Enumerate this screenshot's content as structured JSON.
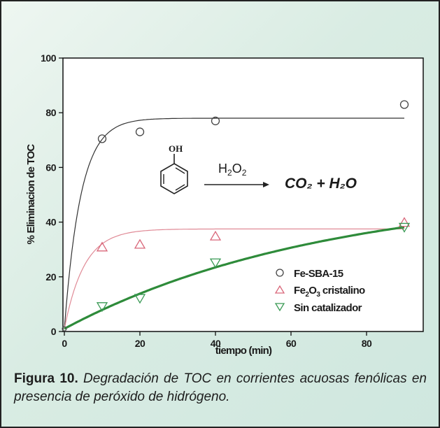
{
  "chart_data": {
    "type": "scatter",
    "xlabel": "tiempo (min)",
    "ylabel": "% Eliminacion de TOC",
    "xlim": [
      0,
      95
    ],
    "ylim": [
      0,
      100
    ],
    "xticks": [
      0,
      20,
      40,
      60,
      80
    ],
    "yticks": [
      0,
      20,
      40,
      60,
      80,
      100
    ],
    "grid": false,
    "legend_position": "bottom-right",
    "series": [
      {
        "name": "Fe-SBA-15",
        "marker": "circle",
        "color": "#444444",
        "x": [
          10,
          20,
          40,
          90
        ],
        "y": [
          70.5,
          73,
          77,
          83
        ],
        "fit_curve": {
          "color": "#333333",
          "plateau": 78,
          "rate": 0.23
        }
      },
      {
        "name": "Fe2O3 cristalino",
        "name_main": "Fe",
        "name_sub1": "2",
        "name_mid": "O",
        "name_sub2": "3",
        "name_rest": " cristalino",
        "marker": "triangle-up",
        "color": "#d9677a",
        "x": [
          10,
          20,
          40,
          90
        ],
        "y": [
          31,
          32,
          35,
          40
        ],
        "fit_curve": {
          "color": "#e08a96",
          "plateau": 37.5,
          "rate": 0.19
        }
      },
      {
        "name": "Sin catalizador",
        "marker": "triangle-down",
        "color": "#3a9a55",
        "x": [
          10,
          20,
          40,
          90
        ],
        "y": [
          9,
          12,
          25,
          38
        ],
        "fit_curve": {
          "color": "#2e8b3a",
          "plateau": 52,
          "rate": 0.0145
        }
      }
    ],
    "annotation": {
      "oh": "OH",
      "reagent": "H",
      "reagent_sub": "2",
      "reagent_o": "O",
      "reagent_sub2": "2",
      "products": "CO₂ + H₂O"
    }
  },
  "caption": {
    "label": "Figura 10.",
    "text": "Degradación de TOC en corrientes acuosas fenólicas en presencia de peróxido de hidrógeno."
  }
}
